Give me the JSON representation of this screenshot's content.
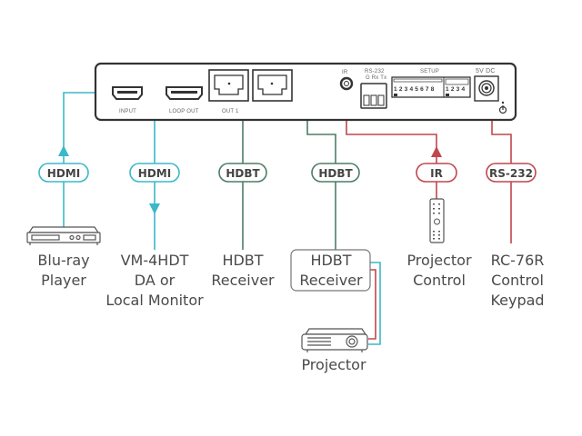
{
  "diagram": {
    "title": "Kramer HDBT extender connection diagram",
    "colors": {
      "hdmi": "#3bb8c9",
      "hdbt": "#4d7d66",
      "control": "#c0474d",
      "device_outline": "#555555",
      "label_text": "#4a4a4a"
    },
    "rear_panel": {
      "ports": {
        "input": "INPUT",
        "loop_out": "LOOP OUT",
        "out1": "OUT 1",
        "ir": "IR",
        "rs232": "RS-232",
        "rs232_pins": "G Rx Tx",
        "setup": "SETUP",
        "setup_dip_a": "1 2 3 4 5 6 7 8",
        "setup_dip_b": "1 2 3 4",
        "power": "5V DC"
      }
    },
    "connections": [
      {
        "id": "hdmi-in",
        "label": "HDMI",
        "type": "hdmi",
        "direction": "up"
      },
      {
        "id": "hdmi-loop",
        "label": "HDMI",
        "type": "hdmi",
        "direction": "down"
      },
      {
        "id": "hdbt-out1",
        "label": "HDBT",
        "type": "hdbt"
      },
      {
        "id": "hdbt-out2",
        "label": "HDBT",
        "type": "hdbt"
      },
      {
        "id": "ir",
        "label": "IR",
        "type": "control",
        "direction": "up"
      },
      {
        "id": "rs232",
        "label": "RS-232",
        "type": "control"
      }
    ],
    "devices": {
      "bluray": [
        "Blu-ray",
        "Player"
      ],
      "monitor": [
        "VM-4HDT",
        "DA or",
        "Local Monitor"
      ],
      "receiver1": [
        "HDBT",
        "Receiver"
      ],
      "receiver2": [
        "HDBT",
        "Receiver"
      ],
      "projector_control": [
        "Projector",
        "Control"
      ],
      "keypad": [
        "RC-76R",
        "Control",
        "Keypad"
      ],
      "projector": [
        "Projector"
      ]
    }
  }
}
